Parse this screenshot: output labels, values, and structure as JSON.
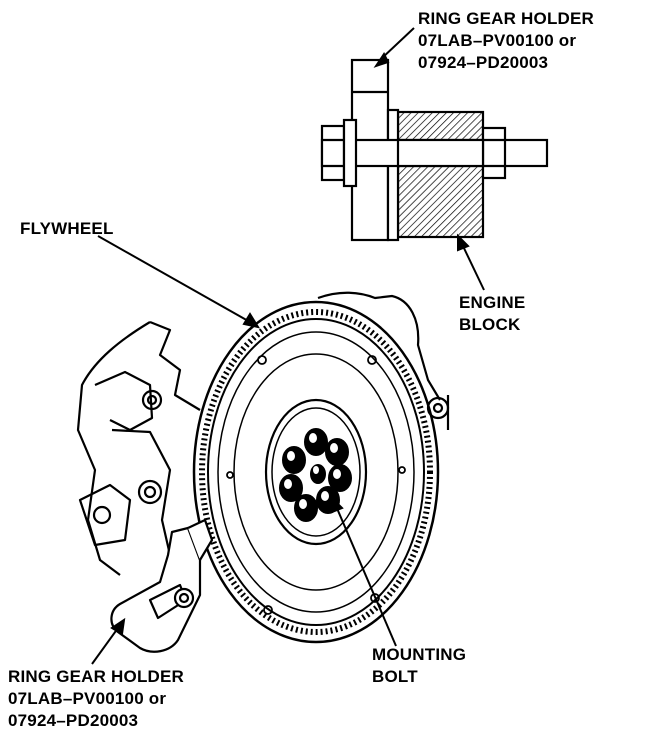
{
  "labels": {
    "ring_gear_holder_top": {
      "title": "RING GEAR HOLDER",
      "line2": "07LAB–PV00100 or",
      "line3": "07924–PD20003"
    },
    "flywheel": "FLYWHEEL",
    "engine_block": {
      "line1": "ENGINE",
      "line2": "BLOCK"
    },
    "mounting_bolt": {
      "line1": "MOUNTING",
      "line2": "BOLT"
    },
    "ring_gear_holder_bottom": {
      "title": "RING GEAR HOLDER",
      "line2": "07LAB–PV00100 or",
      "line3": "07924–PD20003"
    }
  },
  "colors": {
    "ink": "#000000",
    "paper": "#ffffff"
  }
}
